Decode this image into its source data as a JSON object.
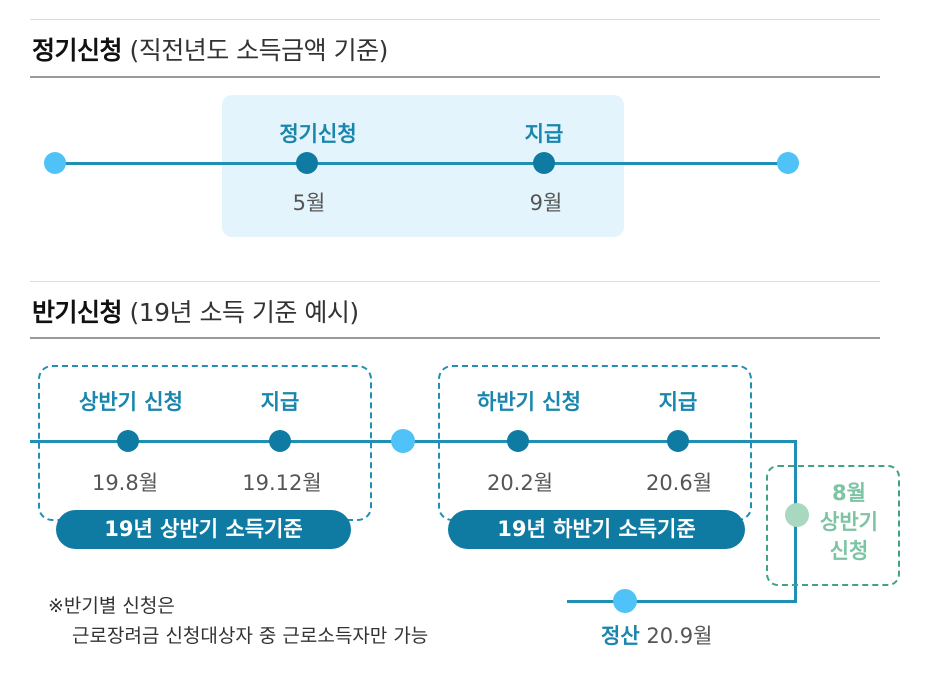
{
  "regular": {
    "title_bold": "정기신청",
    "title_sub": "(직전년도 소득금액 기준)",
    "apply_label": "정기신청",
    "apply_month": "5월",
    "pay_label": "지급",
    "pay_month": "9월"
  },
  "half": {
    "title_bold": "반기신청",
    "title_sub": "(19년 소득 기준 예시)",
    "first_apply_label": "상반기 신청",
    "first_apply_month": "19.8월",
    "first_pay_label": "지급",
    "first_pay_month": "19.12월",
    "first_basis": "19년 상반기 소득기준",
    "second_apply_label": "하반기 신청",
    "second_apply_month": "20.2월",
    "second_pay_label": "지급",
    "second_pay_month": "20.6월",
    "second_basis": "19년 하반기 소득기준",
    "next_line1": "8월",
    "next_line2": "상반기",
    "next_line3": "신청",
    "settle_label": "정산",
    "settle_month": "20.9월"
  },
  "note": {
    "line1": "※반기별 신청은",
    "line2": "근로장려금 신청대상자 중 근로소득자만 가능"
  },
  "colors": {
    "teal": "#1a86ad",
    "dark_dot": "#0f7ba3",
    "light_dot": "#4fc3f7",
    "highlight": "#e4f4fc",
    "green": "#7cc4a3"
  }
}
